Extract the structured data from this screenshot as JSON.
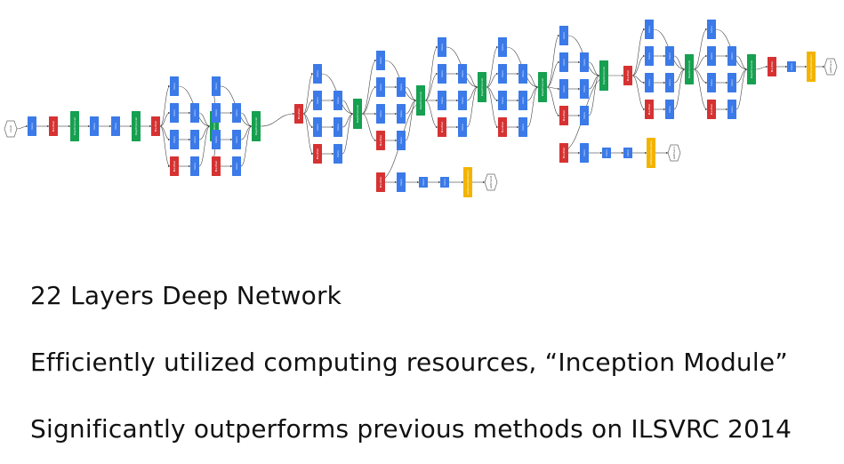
{
  "diagram": {
    "input_label": "input",
    "output_label": "softmax2",
    "aux_output_labels": [
      "softmax0",
      "softmax1"
    ],
    "node_types": [
      "Conv",
      "MaxPool",
      "AveragePool",
      "LocalRespNorm",
      "DepthConcat",
      "FC",
      "SoftmaxActivation"
    ],
    "colors": {
      "conv": "#3b7ae8",
      "pool": "#d63232",
      "concat": "#16a050",
      "softmax": "#f2b400",
      "edge": "#444444"
    }
  },
  "bullets": [
    "22 Layers Deep Network",
    "Efficiently utilized computing resources, “Inception Module”",
    "Significantly outperforms previous methods on ILSVRC 2014"
  ]
}
